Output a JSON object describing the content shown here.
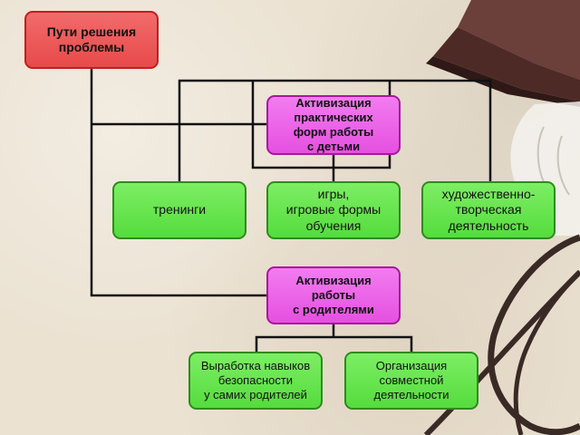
{
  "diagram": {
    "root": {
      "label": "Пути решения\nпроблемы"
    },
    "children_branch": {
      "label": "Активизация\nпрактических\nформ работы\nс детьми",
      "items": [
        {
          "label": "тренинги"
        },
        {
          "label": "игры,\nигровые формы\nобучения"
        },
        {
          "label": "художественно-\nтворческая\nдеятельность"
        }
      ]
    },
    "parents_branch": {
      "label": "Активизация\nработы\nс родителями",
      "items": [
        {
          "label": "Выработка навыков\nбезопасности\nу самих родителей"
        },
        {
          "label": "Организация\nсовместной\nдеятельности"
        }
      ]
    }
  },
  "colors": {
    "root": "#e84a4a",
    "branch": "#e550e0",
    "leaf": "#55dc3d",
    "connector": "#111111"
  },
  "decorations": [
    "lamp-shade",
    "light-bulb",
    "power-cord"
  ]
}
